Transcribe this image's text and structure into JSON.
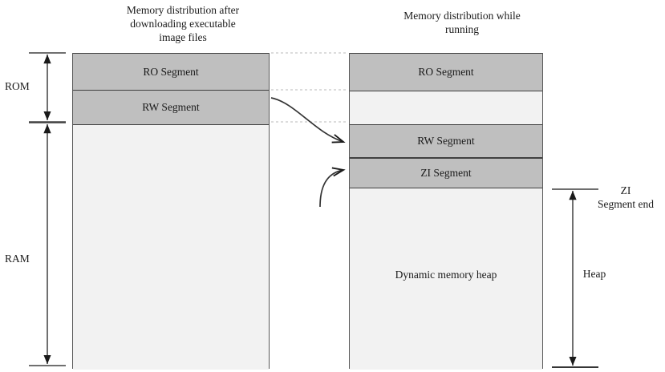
{
  "diagram": {
    "titles": {
      "left": "Memory distribution after\ndownloading executable\nimage files",
      "right": "Memory distribution while\nrunning"
    },
    "left_column": {
      "segments": [
        {
          "label": "RO Segment",
          "fill": "#bfbfbf"
        },
        {
          "label": "RW Segment",
          "fill": "#bfbfbf"
        },
        {
          "label": "",
          "fill": "#f2f2f2"
        }
      ]
    },
    "right_column": {
      "segments": [
        {
          "label": "RO Segment",
          "fill": "#bfbfbf"
        },
        {
          "label": "",
          "fill": "#f2f2f2"
        },
        {
          "label": "RW Segment",
          "fill": "#bfbfbf"
        },
        {
          "label": "ZI Segment",
          "fill": "#bfbfbf"
        },
        {
          "label": "Dynamic memory heap",
          "fill": "#f2f2f2"
        }
      ]
    },
    "left_brackets": [
      {
        "label": "ROM"
      },
      {
        "label": "RAM"
      }
    ],
    "right_annotations": {
      "zi_segment_end": "ZI\nSegment end",
      "heap": "Heap"
    },
    "colors": {
      "segment_fill": "#bfbfbf",
      "free_fill": "#f2f2f2",
      "box_border": "#595959",
      "segment_border": "#404040",
      "guide_line": "#c8c8c8",
      "arrow": "#1a1a1a",
      "bracket": "#404040",
      "background": "#ffffff"
    }
  }
}
